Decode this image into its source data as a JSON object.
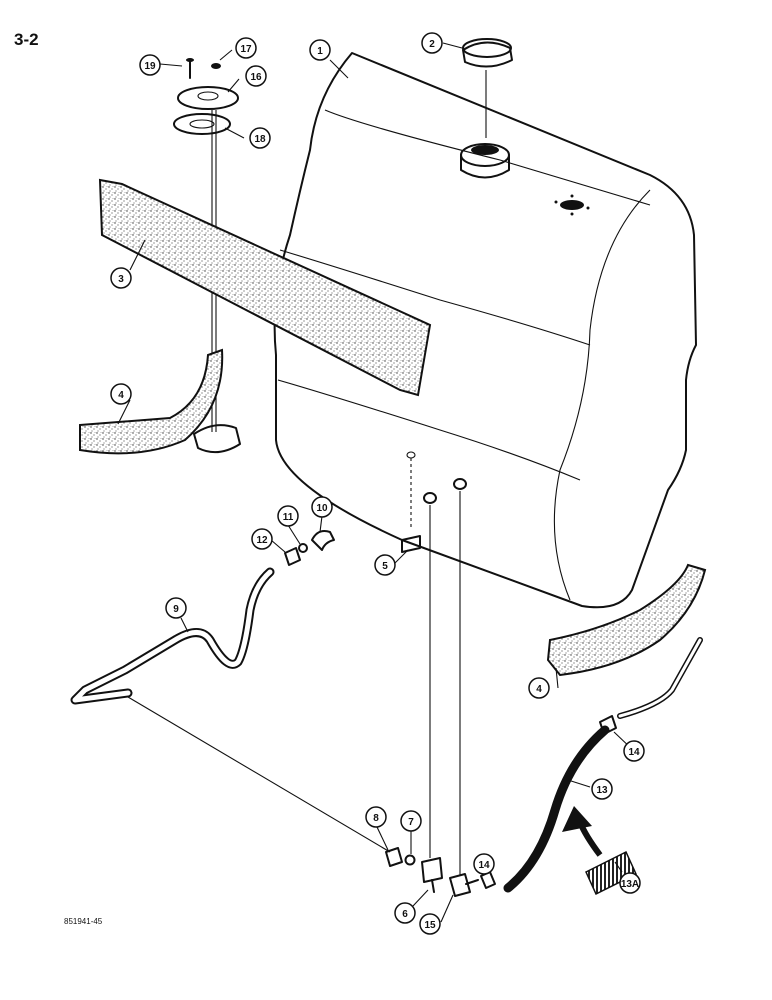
{
  "page": {
    "number": "3-2",
    "drawing_code": "851941-45"
  },
  "callouts": [
    {
      "id": "c1",
      "label": "1",
      "part": "fuel-tank"
    },
    {
      "id": "c2",
      "label": "2",
      "part": "fuel-cap"
    },
    {
      "id": "c3",
      "label": "3",
      "part": "upper-insulation-strip"
    },
    {
      "id": "c4a",
      "label": "4",
      "part": "left-mounting-pad"
    },
    {
      "id": "c4b",
      "label": "4",
      "part": "right-mounting-pad"
    },
    {
      "id": "c5",
      "label": "5",
      "part": "drain-fitting"
    },
    {
      "id": "c6",
      "label": "6",
      "part": "shutoff-valve"
    },
    {
      "id": "c7",
      "label": "7",
      "part": "ferrule"
    },
    {
      "id": "c8",
      "label": "8",
      "part": "nut"
    },
    {
      "id": "c9",
      "label": "9",
      "part": "fuel-line-tube"
    },
    {
      "id": "c10",
      "label": "10",
      "part": "elbow"
    },
    {
      "id": "c11",
      "label": "11",
      "part": "ferrule"
    },
    {
      "id": "c12",
      "label": "12",
      "part": "nut"
    },
    {
      "id": "c13",
      "label": "13",
      "part": "hose"
    },
    {
      "id": "c13a",
      "label": "13A",
      "part": "hose-sleeve"
    },
    {
      "id": "c14a",
      "label": "14",
      "part": "hose-clamp"
    },
    {
      "id": "c14b",
      "label": "14",
      "part": "hose-clamp"
    },
    {
      "id": "c15",
      "label": "15",
      "part": "elbow-fitting"
    },
    {
      "id": "c16a",
      "label": "16",
      "part": "sender-flange"
    },
    {
      "id": "c16b",
      "label": "18",
      "part": "gasket"
    },
    {
      "id": "c17",
      "label": "17",
      "part": "lock-washer"
    },
    {
      "id": "c19",
      "label": "19",
      "part": "screw"
    }
  ]
}
